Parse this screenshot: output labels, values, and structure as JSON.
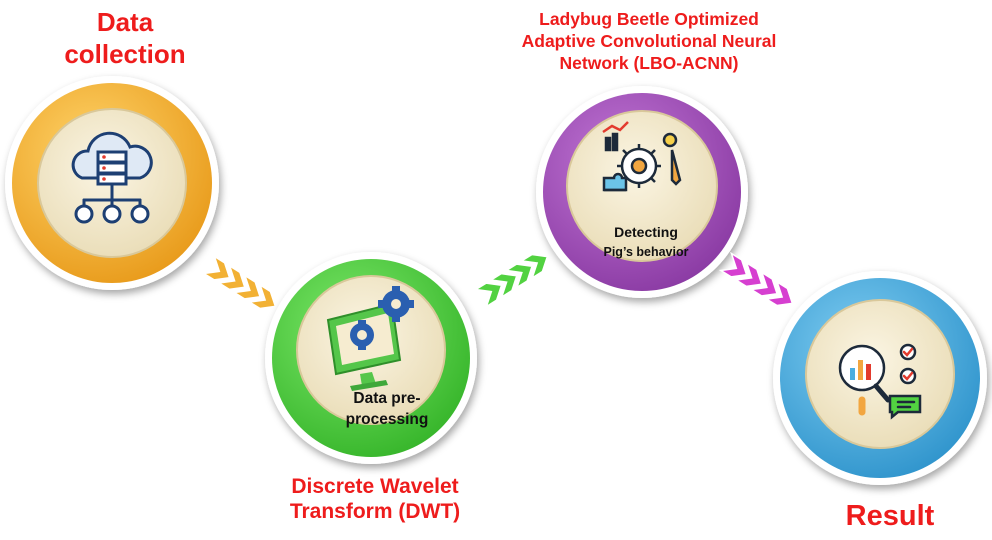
{
  "stages": {
    "data_collection": {
      "title": "Data\ncollection"
    },
    "preprocessing": {
      "inner": "Data pre-\nprocessing",
      "method": "Discrete Wavelet\nTransform (DWT)"
    },
    "detecting": {
      "title": "Ladybug Beetle Optimized\nAdaptive Convolutional Neural\nNetwork (LBO-ACNN)",
      "inner_line1": "Detecting",
      "inner_line2": "Pig’s behavior"
    },
    "result": {
      "title": "Result"
    }
  },
  "colors": {
    "orange": "#f2b134",
    "green": "#52d241",
    "purple": "#a64fbf",
    "blue": "#4aaee0",
    "label_red": "#ee1c1c",
    "inner_bg": "#f6ecd0"
  },
  "icons": [
    "cloud-server-network-icon",
    "monitor-gears-icon",
    "analytics-gear-icon",
    "magnifier-chart-checklist-icon"
  ]
}
